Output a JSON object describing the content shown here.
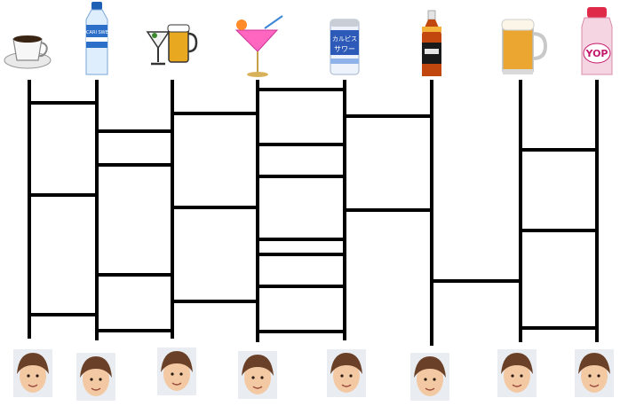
{
  "game": {
    "type": "amidakuji",
    "column_count": 8,
    "top_items": [
      {
        "icon": "coffee-cup-icon"
      },
      {
        "icon": "water-bottle-icon",
        "label": "POCARI SWEAT"
      },
      {
        "icon": "cocktail-and-beer-icon"
      },
      {
        "icon": "pink-cocktail-icon"
      },
      {
        "icon": "calpis-sour-can-icon",
        "label": "カルピス サワー"
      },
      {
        "icon": "energy-drink-bottle-icon"
      },
      {
        "icon": "beer-mug-icon"
      },
      {
        "icon": "yop-yogurt-bottle-icon",
        "label": "YOP"
      }
    ],
    "bottom_items": [
      {
        "icon": "face-photo-icon"
      },
      {
        "icon": "face-photo-icon"
      },
      {
        "icon": "face-photo-icon"
      },
      {
        "icon": "face-photo-icon"
      },
      {
        "icon": "face-photo-icon"
      },
      {
        "icon": "face-photo-icon"
      },
      {
        "icon": "face-photo-icon"
      },
      {
        "icon": "face-photo-icon"
      }
    ],
    "rungs": [
      {
        "between": [
          0,
          1
        ],
        "level": 116
      },
      {
        "between": [
          0,
          1
        ],
        "level": 220
      },
      {
        "between": [
          0,
          1
        ],
        "level": 355
      },
      {
        "between": [
          1,
          2
        ],
        "level": 148
      },
      {
        "between": [
          1,
          2
        ],
        "level": 186
      },
      {
        "between": [
          1,
          2
        ],
        "level": 310
      },
      {
        "between": [
          1,
          2
        ],
        "level": 373
      },
      {
        "between": [
          2,
          3
        ],
        "level": 128
      },
      {
        "between": [
          2,
          3
        ],
        "level": 234
      },
      {
        "between": [
          2,
          3
        ],
        "level": 340
      },
      {
        "between": [
          3,
          4
        ],
        "level": 101
      },
      {
        "between": [
          3,
          4
        ],
        "level": 163
      },
      {
        "between": [
          3,
          4
        ],
        "level": 199
      },
      {
        "between": [
          3,
          4
        ],
        "level": 270
      },
      {
        "between": [
          3,
          4
        ],
        "level": 287
      },
      {
        "between": [
          3,
          4
        ],
        "level": 323
      },
      {
        "between": [
          3,
          4
        ],
        "level": 374
      },
      {
        "between": [
          4,
          5
        ],
        "level": 131
      },
      {
        "between": [
          4,
          5
        ],
        "level": 237
      },
      {
        "between": [
          5,
          6
        ],
        "level": 317
      },
      {
        "between": [
          6,
          7
        ],
        "level": 169
      },
      {
        "between": [
          6,
          7
        ],
        "level": 260
      },
      {
        "between": [
          6,
          7
        ],
        "level": 370
      }
    ],
    "colors": {
      "line": "#000000",
      "background": "#ffffff",
      "skin": "#f3c9a4",
      "hair": "#6a4128"
    }
  }
}
